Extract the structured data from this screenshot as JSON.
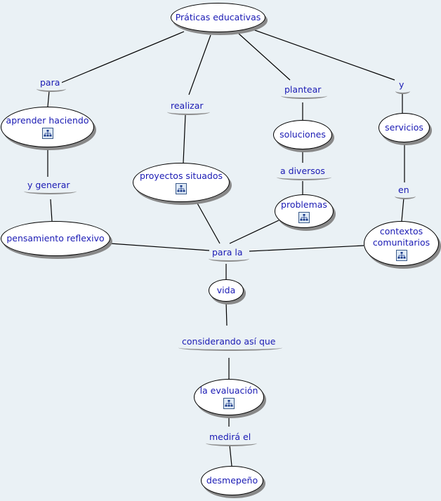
{
  "concepts": {
    "praticas": "Práticas educativas",
    "aprender": "aprender haciendo",
    "proyectos": "proyectos situados",
    "soluciones": "soluciones",
    "servicios": "servicios",
    "problemas": "problemas",
    "pensamiento": "pensamiento reflexivo",
    "contextos_1": "contextos",
    "contextos_2": "comunitarios",
    "vida": "vida",
    "evaluacion": "la evaluación",
    "desmepeno": "desmepeño"
  },
  "links": {
    "para": "para",
    "realizar": "realizar",
    "plantear": "plantear",
    "y": "y",
    "y_generar": "y generar",
    "a_diversos": "a diversos",
    "en": "en",
    "para_la": "para la",
    "considerando": "considerando así que",
    "medira": "medirá el"
  },
  "icons": [
    "sub-map-icon"
  ]
}
